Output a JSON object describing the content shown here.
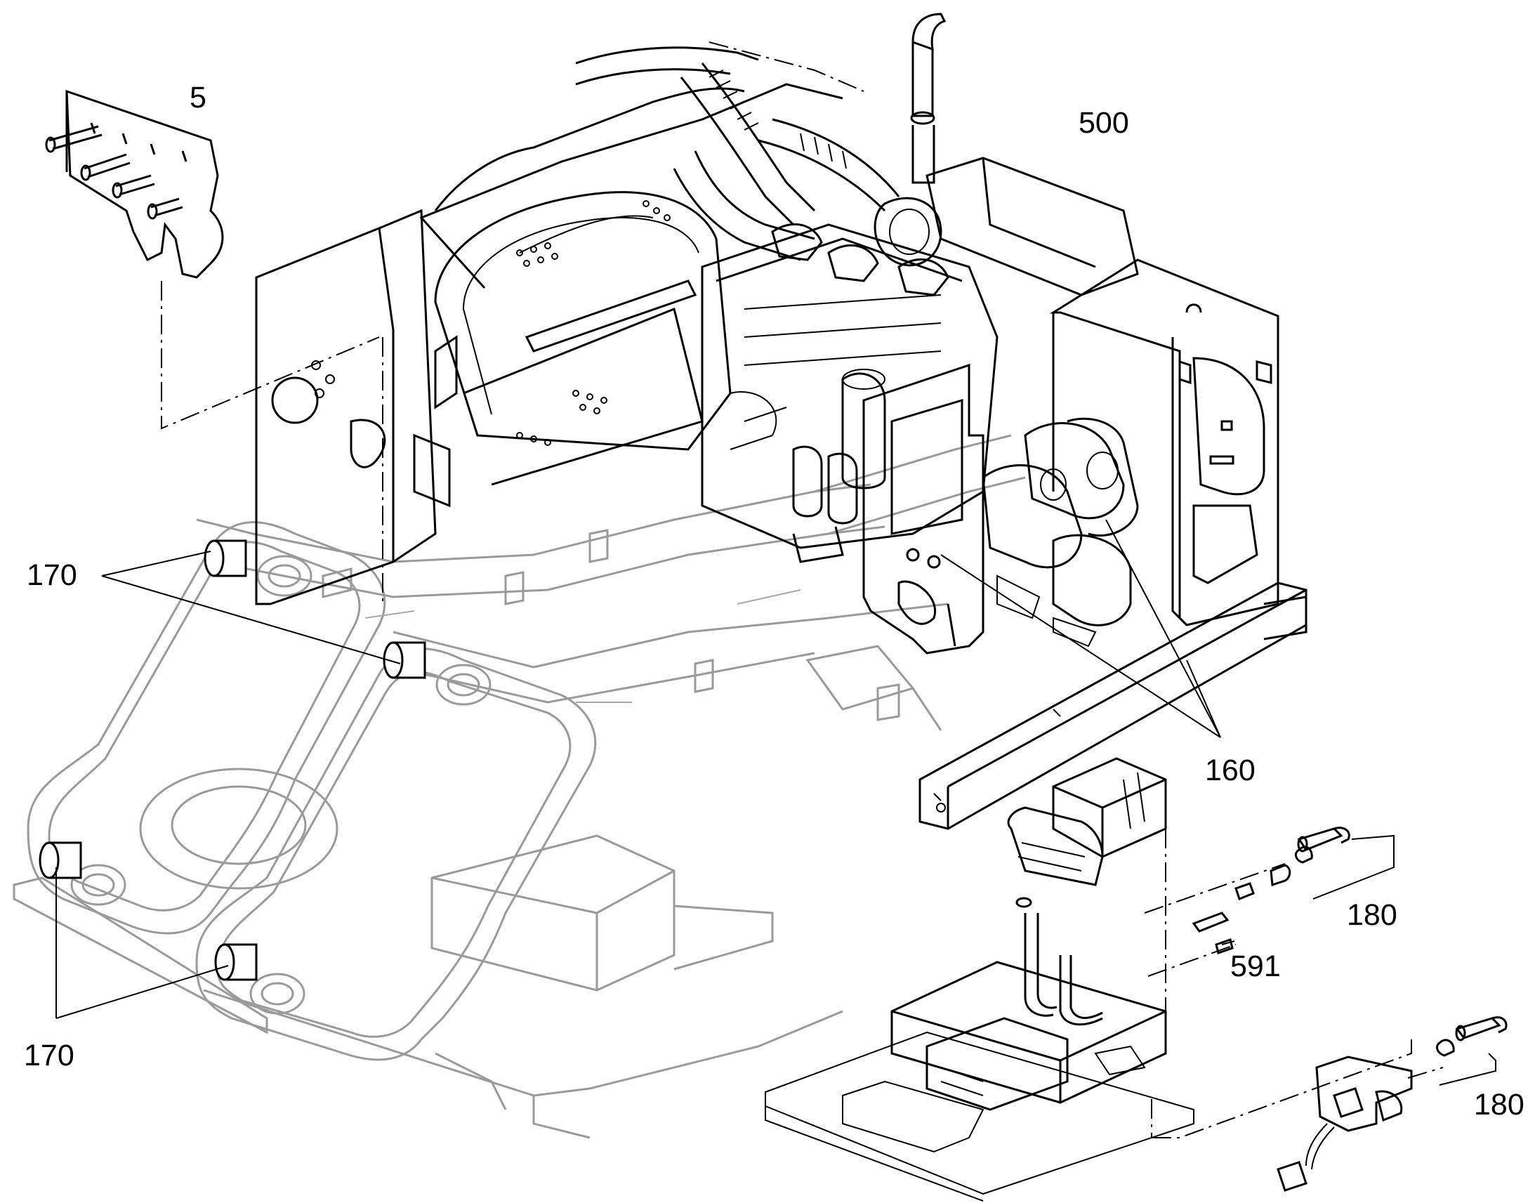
{
  "callouts": {
    "c5": "5",
    "c500": "500",
    "c170_upper": "170",
    "c170_lower": "170",
    "c160": "160",
    "c180_upper": "180",
    "c591": "591",
    "c180_lower": "180"
  }
}
